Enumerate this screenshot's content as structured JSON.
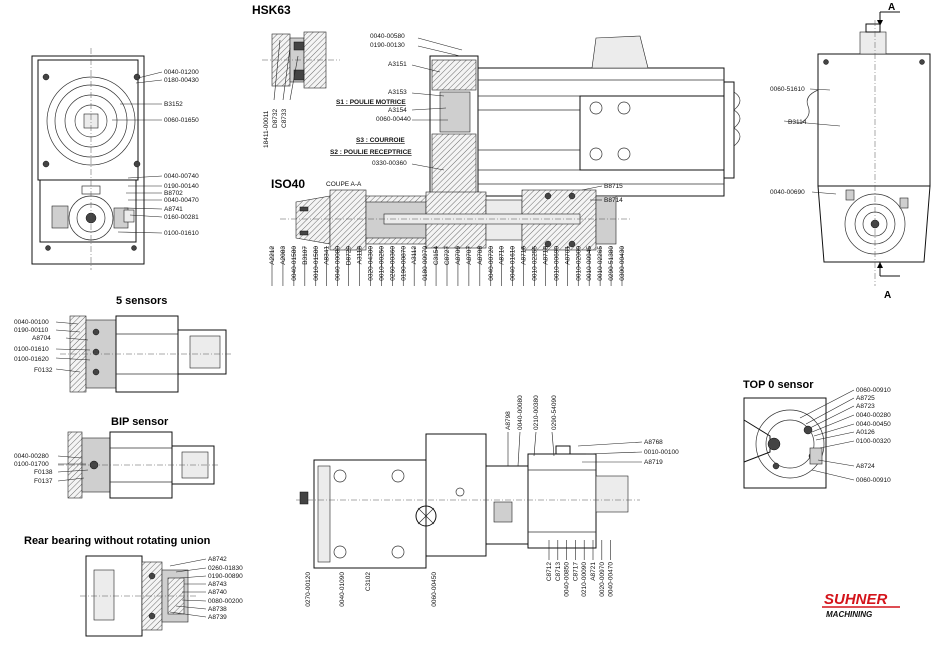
{
  "titles": {
    "hsk63": "HSK63",
    "iso40": "ISO40",
    "five_sensors": "5 sensors",
    "bip_sensor": "BIP sensor",
    "rear_bearing": "Rear bearing without rotating union",
    "top0_sensor": "TOP 0 sensor",
    "coupe": "COUPE A-A",
    "section_mark": "A"
  },
  "annotations": {
    "s1": "S1 : POULIE MOTRICE",
    "s3": "S3 : COURROIE",
    "s2": "S2 : POULIE RECEPTRICE"
  },
  "front_view_labels": [
    "0040-01200",
    "0180-00430",
    "B3152",
    "0060-01650",
    "0040-00740",
    "0190-00140",
    "B8702",
    "0040-00470",
    "A8741",
    "0160-00281",
    "0100-01610"
  ],
  "hsk_left_labels": [
    "18411-00011",
    "D8732",
    "C8733"
  ],
  "top_labels": [
    "0040-00580",
    "0190-00130",
    "A3151",
    "A3153",
    "A3154",
    "0060-00440",
    "0330-00360"
  ],
  "side_labels": [
    "B8715",
    "B8714"
  ],
  "bottom_labels": [
    "A2212",
    "A2083",
    "0040-01580",
    "B3107",
    "0010-01580",
    "A8341",
    "0040-00080",
    "D8729",
    "A3118",
    "0320-04300",
    "0010-00250",
    "0260-00360",
    "0190-00870",
    "A3112",
    "0180-00970",
    "C3154",
    "C8727",
    "A8709",
    "A8707",
    "A8708",
    "0040-00720",
    "A8710",
    "0040-01610",
    "A8716",
    "0010-02255",
    "A8718",
    "0010-00690",
    "A8701",
    "0010-02000",
    "0010-00945",
    "0010-02265",
    "0290-51380",
    "0300-00430"
  ],
  "right_view_labels": [
    "0060-51610",
    "B3114",
    "0040-00690"
  ],
  "five_sensor_labels": [
    "0040-00100",
    "0190-00110",
    "A8704",
    "0100-01610",
    "0100-01620",
    "F0132"
  ],
  "bip_labels": [
    "0040-00280",
    "0100-01700",
    "F0138",
    "F0137"
  ],
  "rear_labels": [
    "A8742",
    "0260-01830",
    "0190-00890",
    "A8743",
    "A8740",
    "0080-00200",
    "A8738",
    "A8739"
  ],
  "bottom_spindle_top_labels": [
    "A8798",
    "0040-00080",
    "0210-00380",
    "0290-54090"
  ],
  "bottom_spindle_right_labels": [
    "A8768",
    "0010-00100",
    "A8719"
  ],
  "bottom_spindle_bottom_left": [
    "0270-00120",
    "0040-01090",
    "C3102",
    "0060-00450"
  ],
  "bottom_spindle_bottom_right": [
    "C8712",
    "C8713",
    "0040-00850",
    "C8717",
    "0210-00090",
    "A8721",
    "0020-00970",
    "0040-00470"
  ],
  "top0_labels": [
    "0060-00910",
    "A8725",
    "A8723",
    "0040-00280",
    "0040-00450",
    "A0126",
    "0100-00320",
    "A8724",
    "0060-00910"
  ],
  "brand": {
    "line1": "SUHNER",
    "line2": "MACHINING",
    "color": "#d4141b"
  }
}
